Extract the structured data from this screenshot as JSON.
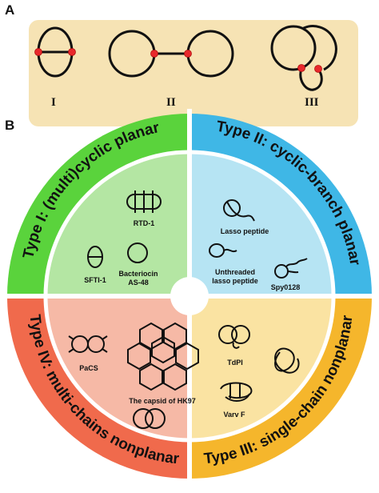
{
  "panel_a": {
    "letter": "A",
    "background": "#f6e3b4",
    "labels": [
      "I",
      "II",
      "III"
    ]
  },
  "panel_b": {
    "letter": "B",
    "types": {
      "type1": {
        "title": "Type I: (multi)cyclic planar",
        "outer_color": "#5ad33c",
        "inner_color": "#b4e6a3"
      },
      "type2": {
        "title": "Type II: cyclic-branch planar",
        "outer_color": "#3fb7e6",
        "inner_color": "#b6e4f3"
      },
      "type3": {
        "title": "Type III: single-chain nonplanar",
        "outer_color": "#f5b62c",
        "inner_color": "#fae3a2"
      },
      "type4": {
        "title": "Type IV: multi-chains nonplanar",
        "outer_color": "#f06a4c",
        "inner_color": "#f6b9a6"
      }
    },
    "items": {
      "rtd1": "RTD-1",
      "sfti1": "SFTI-1",
      "bacteriocin_line1": "Bacteriocin",
      "bacteriocin_line2": "AS-48",
      "lasso": "Lasso peptide",
      "unthreaded_line1": "Unthreaded",
      "unthreaded_line2": "lasso peptide",
      "spy": "Spy0128",
      "tdpi": "TdPI",
      "varvf": "Varv F",
      "pacs": "PaCS",
      "capsid": "The capsid of HK97"
    }
  }
}
